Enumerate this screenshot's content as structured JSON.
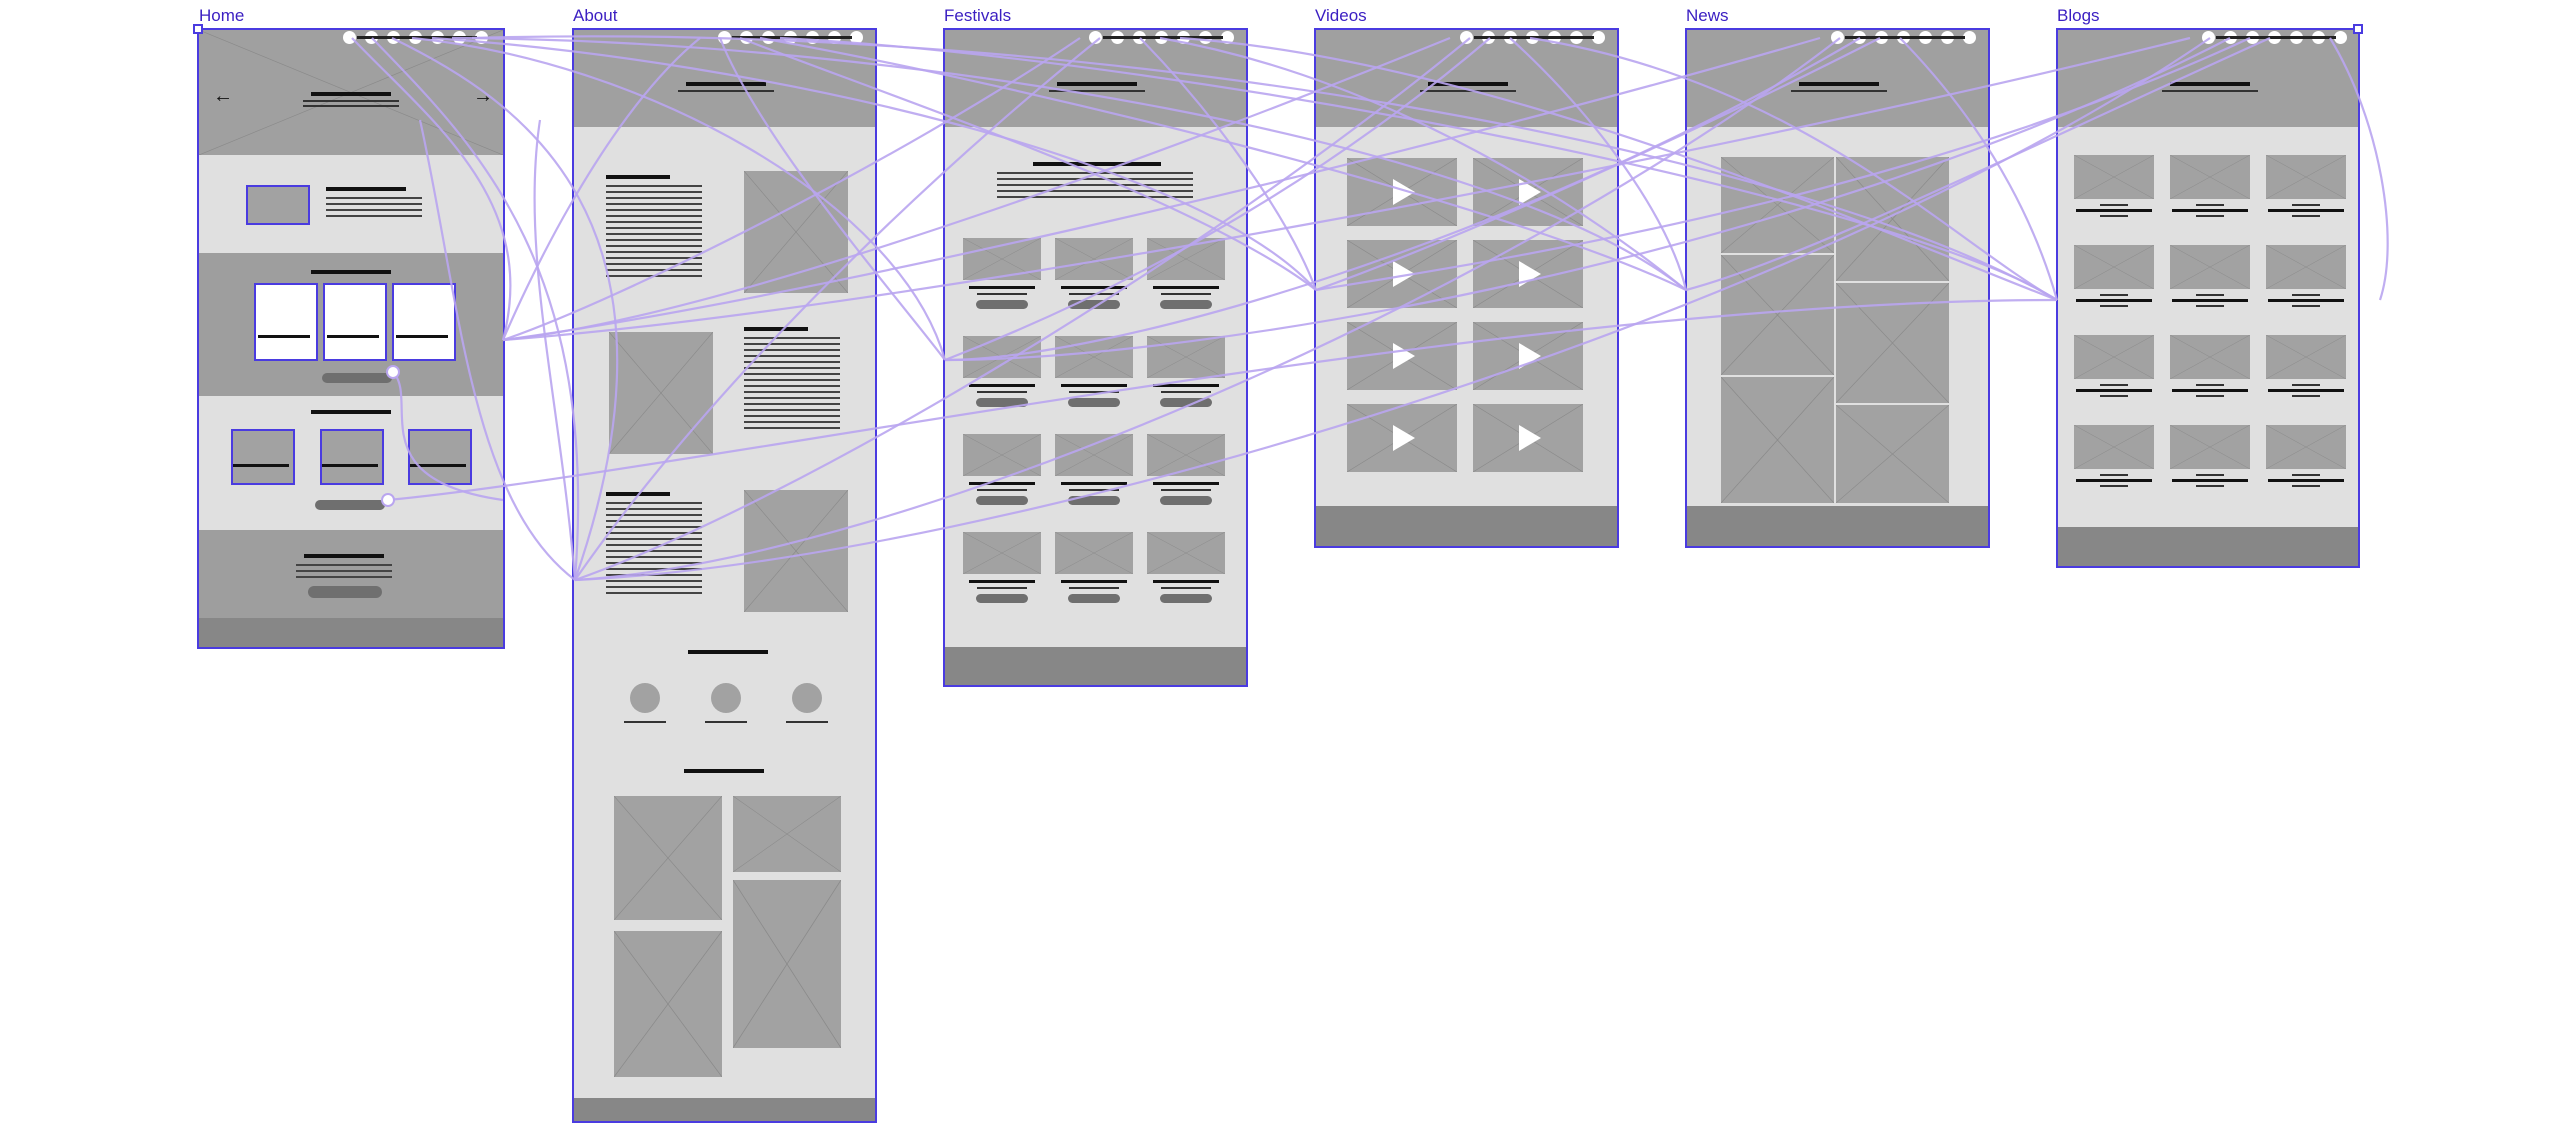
{
  "canvas": {
    "background": "#ffffff",
    "frame_stroke": "#4a3be0",
    "wire_color": "#b9a5ef"
  },
  "frames": [
    {
      "id": "home",
      "label": "Home"
    },
    {
      "id": "about",
      "label": "About"
    },
    {
      "id": "festivals",
      "label": "Festivals"
    },
    {
      "id": "videos",
      "label": "Videos"
    },
    {
      "id": "news",
      "label": "News"
    },
    {
      "id": "blogs",
      "label": "Blogs"
    }
  ],
  "icons": {
    "home_prev": "←",
    "home_next": "→",
    "placeholder": "image-placeholder-icon",
    "video": "play-icon"
  }
}
